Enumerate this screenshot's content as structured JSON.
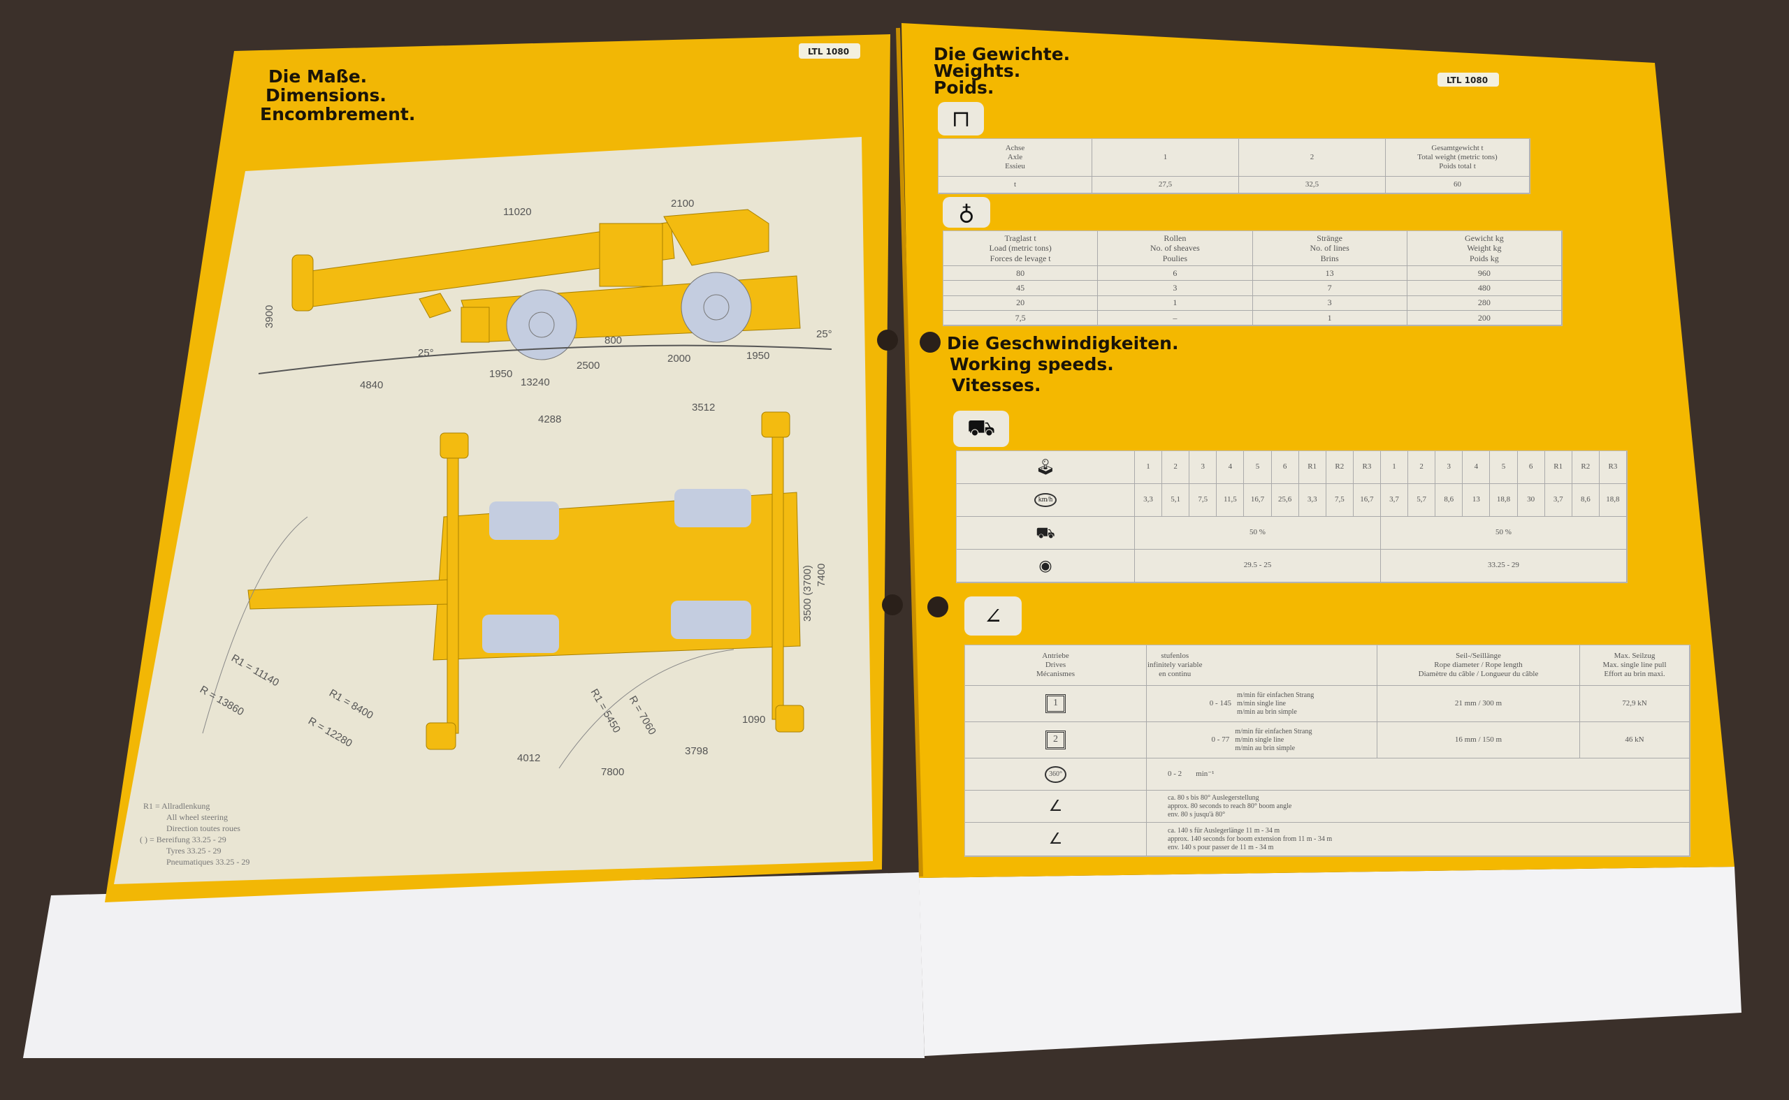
{
  "left_page": {
    "title_lines": [
      "Die Maße.",
      "Dimensions.",
      "Encombrement."
    ],
    "model_badge": "LTL 1080",
    "side_view_dims": [
      "11020",
      "2100",
      "3900",
      "800",
      "25°",
      "25°",
      "1950",
      "2500",
      "2000",
      "1950",
      "4840",
      "13240"
    ],
    "top_view_dims": [
      "4288",
      "3512",
      "3500 (3700)",
      "7400",
      "R1 = 11140",
      "R = 13860",
      "R1 = 8400",
      "R = 12280",
      "R1 = 5450",
      "R = 7060",
      "1090",
      "4012",
      "3798",
      "7800"
    ],
    "footnote": [
      "R1 = Allradlenkung",
      "All wheel steering",
      "Direction toutes roues",
      "( ) = Bereifung 33.25 - 29",
      "Tyres 33.25 - 29",
      "Pneumatiques 33.25 - 29"
    ]
  },
  "right_page": {
    "weights_title_lines": [
      "Die Gewichte.",
      "Weights.",
      "Poids."
    ],
    "model_badge": "LTL 1080",
    "axle_table": {
      "headers": [
        "Achse\nAxle\nEssieu",
        "1",
        "2",
        "Gesamtgewicht t\nTotal weight (metric tons)\nPoids total t"
      ],
      "row": [
        "t",
        "27,5",
        "32,5",
        "60"
      ]
    },
    "hook_table": {
      "headers": [
        "Traglast t\nLoad (metric tons)\nForces de levage t",
        "Rollen\nNo. of sheaves\nPoulies",
        "Stränge\nNo. of lines\nBrins",
        "Gewicht kg\nWeight kg\nPoids kg"
      ],
      "rows": [
        [
          "80",
          "6",
          "13",
          "960"
        ],
        [
          "45",
          "3",
          "7",
          "480"
        ],
        [
          "20",
          "1",
          "3",
          "280"
        ],
        [
          "7,5",
          "–",
          "1",
          "200"
        ]
      ]
    },
    "speeds_title_lines": [
      "Die Geschwindigkeiten.",
      "Working speeds.",
      "Vitesses."
    ],
    "speeds_table": {
      "gears": [
        "1",
        "2",
        "3",
        "4",
        "5",
        "6",
        "R1",
        "R2",
        "R3",
        "1",
        "2",
        "3",
        "4",
        "5",
        "6",
        "R1",
        "R2",
        "R3"
      ],
      "speeds_kmh": [
        "3,3",
        "5,1",
        "7,5",
        "11,5",
        "16,7",
        "25,6",
        "3,3",
        "7,5",
        "16,7",
        "3,7",
        "5,7",
        "8,6",
        "13",
        "18,8",
        "30",
        "3,7",
        "8,6",
        "18,8"
      ],
      "kmh_label": "km/h",
      "gradeability": [
        "50 %",
        "50 %"
      ],
      "tyres": [
        "29.5 - 25",
        "33.25 - 29"
      ]
    },
    "drives_table": {
      "headers": [
        "Antriebe\nDrives\nMécanismes",
        "stufenlos\ninfinitely variable\nen continu",
        "Seil-/Seillänge\nRope diameter / Rope length\nDiamètre du câble / Longueur du câble",
        "Max. Seilzug\nMax. single line pull\nEffort au brin maxi."
      ],
      "winch1": {
        "label": "1",
        "speed": "0 - 145",
        "units": "m/min für einfachen Strang\nm/min single line\nm/min au brin simple",
        "rope": "21 mm / 300 m",
        "pull": "72,9 kN"
      },
      "winch2": {
        "label": "2",
        "speed": "0 - 77",
        "units": "m/min für einfachen Strang\nm/min single line\nm/min au brin simple",
        "rope": "16 mm / 150 m",
        "pull": "46 kN"
      },
      "slewing": {
        "label": "360°",
        "speed": "0 - 2",
        "units": "min⁻¹"
      },
      "luffing": "ca. 80 s bis 80° Auslegerstellung\napprox. 80 seconds to reach 80° boom angle\nenv. 80 s jusqu'à 80°",
      "telescoping": "ca. 140 s für Auslegerlänge 11 m - 34 m\napprox. 140 seconds for boom extension from 11 m - 34 m\nenv. 140 s pour passer de 11 m - 34 m"
    }
  },
  "colors": {
    "yellow": "#f2b705",
    "cream": "#e9e5d3",
    "paper": "#f1f1f3",
    "table": "#ece9de",
    "tyre": "#c4cde0"
  },
  "icons": [
    "axle-icon",
    "hook-icon",
    "gear-lever-icon",
    "speedometer-icon",
    "gradient-icon",
    "tyre-icon",
    "crane-icon",
    "winch-icon",
    "slewing-icon",
    "luffing-icon",
    "telescoping-icon"
  ]
}
